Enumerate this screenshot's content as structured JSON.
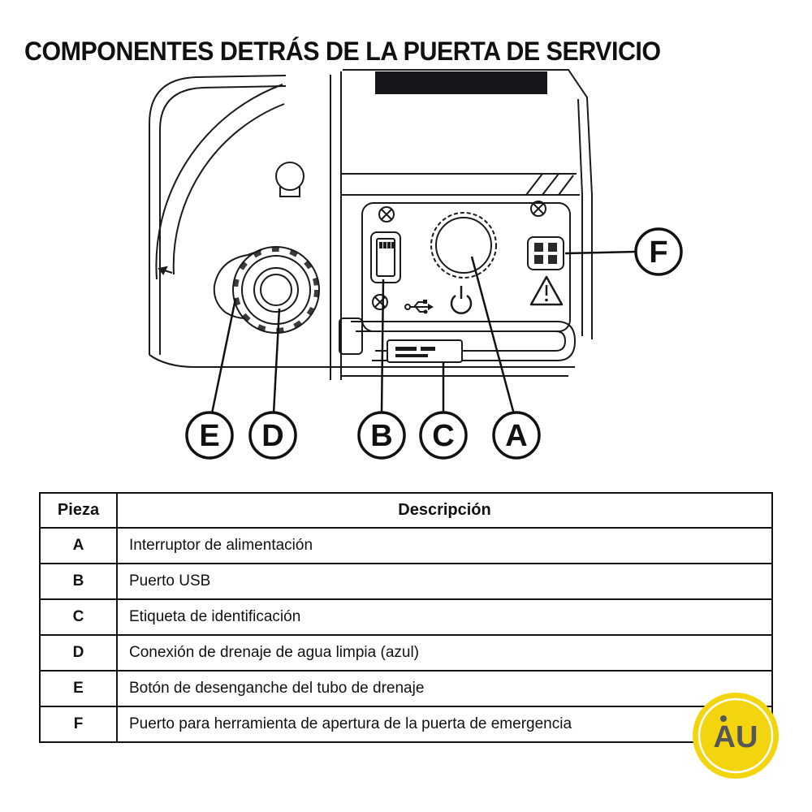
{
  "page": {
    "title": "COMPONENTES DETRÁS DE LA PUERTA DE SERVICIO"
  },
  "diagram": {
    "callouts": [
      {
        "letter": "E"
      },
      {
        "letter": "D"
      },
      {
        "letter": "B"
      },
      {
        "letter": "C"
      },
      {
        "letter": "A"
      },
      {
        "letter": "F"
      }
    ]
  },
  "table": {
    "headers": {
      "part": "Pieza",
      "description": "Descripción"
    },
    "rows": [
      {
        "part": "A",
        "description": "Interruptor de alimentación"
      },
      {
        "part": "B",
        "description": "Puerto USB"
      },
      {
        "part": "C",
        "description": "Etiqueta de identificación"
      },
      {
        "part": "D",
        "description": "Conexión de drenaje de agua limpia (azul)"
      },
      {
        "part": "E",
        "description": "Botón de desenganche del tubo de drenaje"
      },
      {
        "part": "F",
        "description": "Puerto para herramienta de apertura de la puerta de emergencia"
      }
    ]
  },
  "logo": {
    "text": "AU",
    "color": "#F2D50F"
  }
}
